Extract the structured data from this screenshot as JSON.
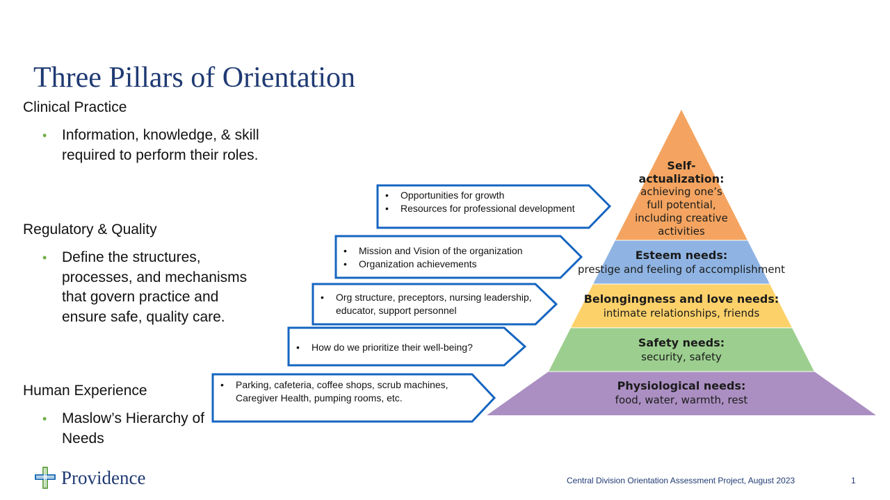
{
  "slide": {
    "title": "Three Pillars of Orientation",
    "footer_text": "Central Division Orientation Assessment Project, August 2023",
    "page_number": "1"
  },
  "logo": {
    "text": "Providence"
  },
  "pillars": [
    {
      "heading": "Clinical Practice",
      "bullet": "Information, knowledge, & skill required to perform their roles."
    },
    {
      "heading": "Regulatory & Quality",
      "bullet": "Define the structures, processes, and mechanisms that govern practice and ensure safe, quality care."
    },
    {
      "heading": "Human  Experience",
      "bullet": "Maslow’s Hierarchy of Needs"
    }
  ],
  "callouts": [
    {
      "items": [
        "Opportunities for growth",
        "Resources for professional development"
      ]
    },
    {
      "items": [
        "Mission and Vision of the organization",
        "Organization achievements"
      ]
    },
    {
      "items": [
        "Org structure, preceptors, nursing leadership, educator, support personnel"
      ]
    },
    {
      "items": [
        "How do we prioritize their well-being?"
      ]
    },
    {
      "items": [
        "Parking, cafeteria, coffee shops, scrub machines,  Caregiver Health, pumping rooms, etc."
      ]
    }
  ],
  "pyramid": [
    {
      "heading": "Self-",
      "heading2": "actualization:",
      "sub": "achieving one’s",
      "sub2": "full potential,",
      "sub3": "including creative",
      "sub4": "activities",
      "color": "#f4a460"
    },
    {
      "heading": "Esteem needs:",
      "sub": "prestige and feeling of accomplishment",
      "color": "#8fb4e3"
    },
    {
      "heading": "Belongingness and love needs:",
      "sub": "intimate relationships, friends",
      "color": "#fcd16a"
    },
    {
      "heading": "Safety needs:",
      "sub": "security, safety",
      "color": "#9ccf8f"
    },
    {
      "heading": "Physiological needs:",
      "sub": "food, water, warmth, rest",
      "color": "#ab8fc2"
    }
  ],
  "colors": {
    "title": "#1f3a73",
    "bullet": "#70ad47",
    "callout_border": "#1565c0"
  }
}
